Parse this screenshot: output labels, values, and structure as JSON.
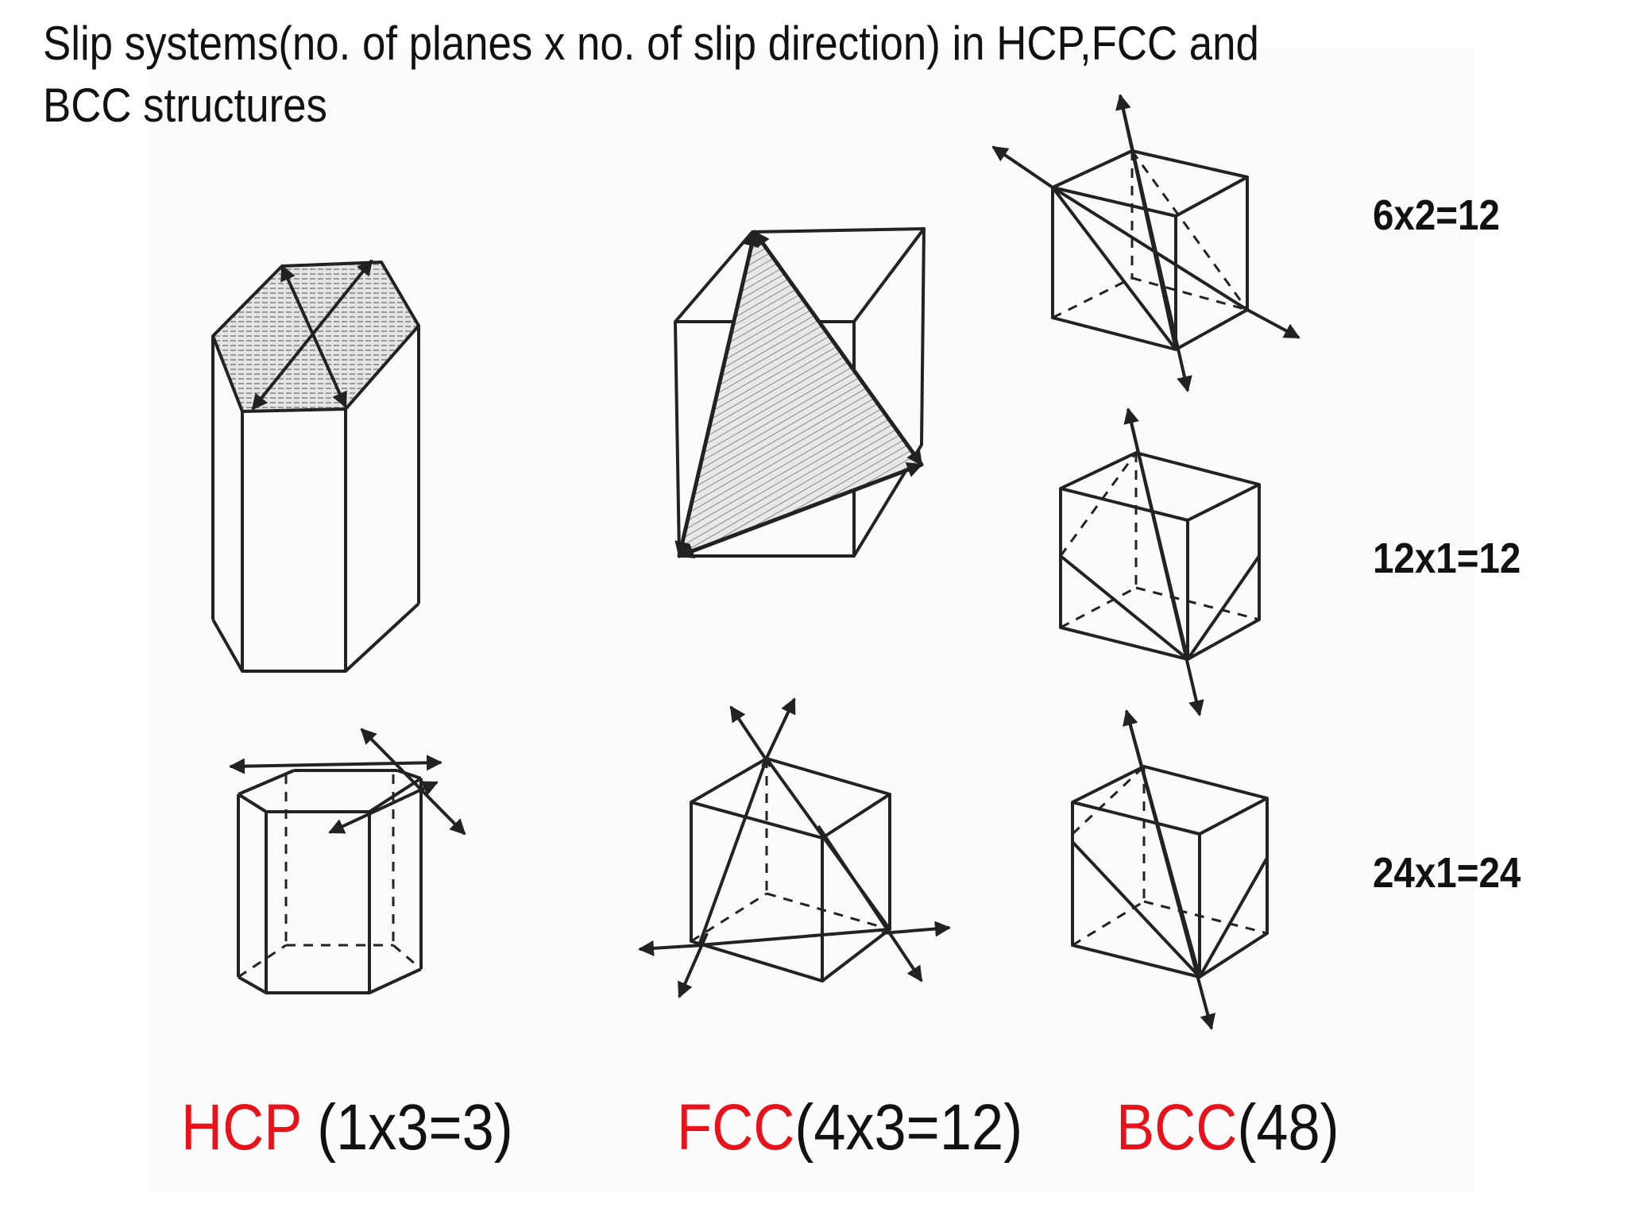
{
  "title": "Slip systems(no. of planes x no. of slip direction) in HCP,FCC and BCC structures",
  "bcc_rows": [
    {
      "label": "6x2=12"
    },
    {
      "label": "12x1=12"
    },
    {
      "label": "24x1=24"
    }
  ],
  "captions": {
    "hcp": {
      "name": "HCP",
      "value": " (1x3=3)"
    },
    "fcc": {
      "name": "FCC",
      "value": "(4x3=12)"
    },
    "bcc": {
      "name": "BCC",
      "value": "(48)"
    }
  },
  "colors": {
    "accent": "#e8121a",
    "ink": "#111111"
  }
}
